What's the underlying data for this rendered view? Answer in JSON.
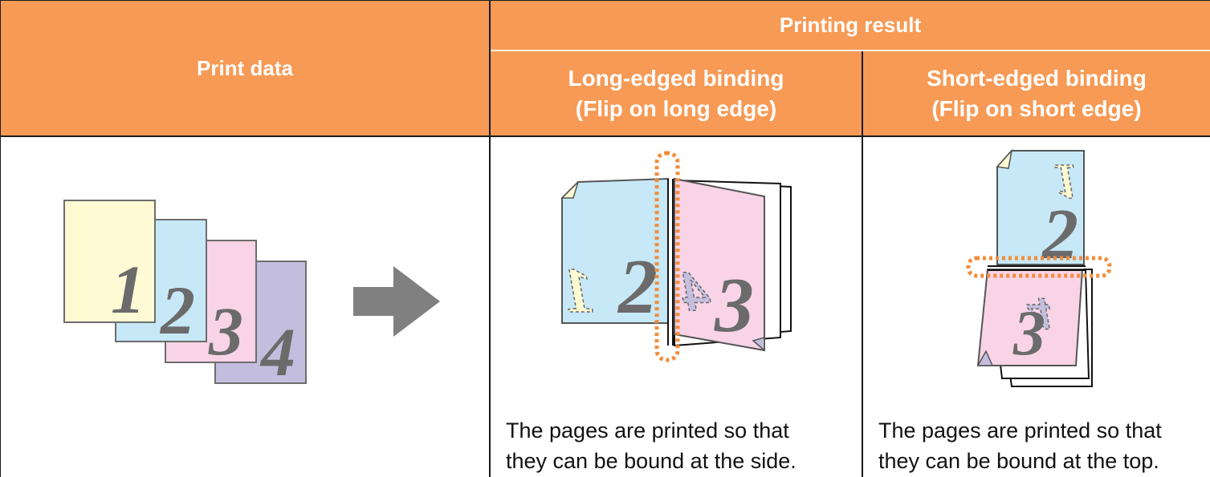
{
  "header": {
    "print_data": "Print data",
    "printing_result": "Printing result",
    "long_line1": "Long-edged binding",
    "long_line2": "(Flip on long edge)",
    "short_line1": "Short-edged binding",
    "short_line2": "(Flip on short edge)"
  },
  "pages": [
    "1",
    "2",
    "3",
    "4"
  ],
  "long_book": {
    "left_page": "2",
    "right_page": "3",
    "ghost_left": "1",
    "ghost_right": "4"
  },
  "short_book": {
    "top_page": "2",
    "bottom_page": "3",
    "ghost_top": "1",
    "ghost_bottom": "4"
  },
  "captions": {
    "long_line1": "The pages are printed so that",
    "long_line2": "they can be bound at the side.",
    "short_line1": "The pages are printed so that",
    "short_line2": "they can be bound at the top."
  },
  "colors": {
    "header": "#f79a55",
    "page1": "#fefad3",
    "page2": "#c7e8f7",
    "page3": "#f8d4e6",
    "page4": "#c4bede",
    "arrow": "#808080",
    "binding": "#f28c38"
  }
}
